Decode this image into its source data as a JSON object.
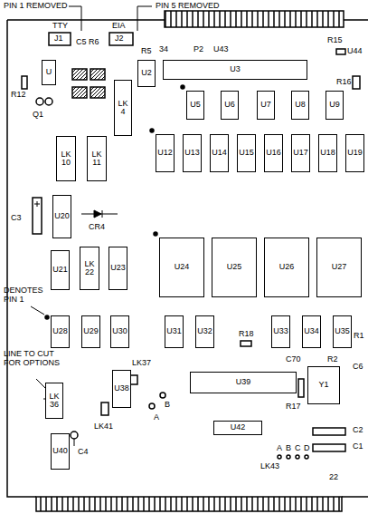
{
  "diagram": {
    "nodes": [
      {
        "text": [
          "U"
        ]
      },
      {
        "text": [
          "U2"
        ]
      },
      {
        "text": [
          "LK 4"
        ]
      },
      {
        "text": [
          "U3"
        ]
      },
      {
        "text": [
          "U5"
        ]
      },
      {
        "text": [
          "U6"
        ]
      },
      {
        "text": [
          "U7"
        ]
      },
      {
        "text": [
          "U8"
        ]
      },
      {
        "text": [
          "U9"
        ]
      },
      {
        "text": [
          "LK 10"
        ]
      },
      {
        "text": [
          "LK 11"
        ]
      },
      {
        "text": [
          "U12"
        ]
      },
      {
        "text": [
          "U13"
        ]
      },
      {
        "text": [
          "U14"
        ]
      },
      {
        "text": [
          "U15"
        ]
      },
      {
        "text": [
          "U16"
        ]
      },
      {
        "text": [
          "U17"
        ]
      },
      {
        "text": [
          "U18"
        ]
      },
      {
        "text": [
          "U19"
        ]
      },
      {
        "text": [
          "U20"
        ]
      },
      {
        "text": [
          "U21"
        ]
      },
      {
        "text": [
          "LK 22"
        ]
      },
      {
        "text": [
          "U23"
        ]
      },
      {
        "text": [
          "U24"
        ]
      },
      {
        "text": [
          "U25"
        ]
      },
      {
        "text": [
          "U26"
        ]
      },
      {
        "text": [
          "U27"
        ]
      },
      {
        "text": [
          "U28"
        ]
      },
      {
        "text": [
          "U29"
        ]
      },
      {
        "text": [
          "U30"
        ]
      },
      {
        "text": [
          "U31"
        ]
      },
      {
        "text": [
          "U32"
        ]
      },
      {
        "text": [
          "U33"
        ]
      },
      {
        "text": [
          "U34"
        ]
      },
      {
        "text": [
          "U35"
        ]
      },
      {
        "text": [
          "LK 36"
        ]
      },
      {
        "text": [
          "U38"
        ]
      },
      {
        "text": [
          "U39"
        ]
      },
      {
        "text": [
          "U40"
        ]
      },
      {
        "text": [
          "U42"
        ]
      },
      {
        "text": [
          "Y1"
        ]
      }
    ],
    "labels": [
      "PIN 1 REMOVED",
      "PIN 5 REMOVED",
      "TTY",
      "J1",
      "C5",
      "R6",
      "EIA",
      "J2",
      "R5",
      "34",
      "P2",
      "U43",
      "R15",
      "U44",
      "R16",
      "R12",
      "Q1",
      "C3",
      "CR4",
      "DENOTES PIN 1",
      "R18",
      "R1",
      "C70",
      "R2",
      "C6",
      "LINE TO CUT FOR OPTIONS",
      "LK37",
      "R17",
      "A",
      "B",
      "LK41",
      "C4",
      "C2",
      "C1",
      "LK43",
      "A",
      "B",
      "C",
      "D",
      "22"
    ]
  }
}
